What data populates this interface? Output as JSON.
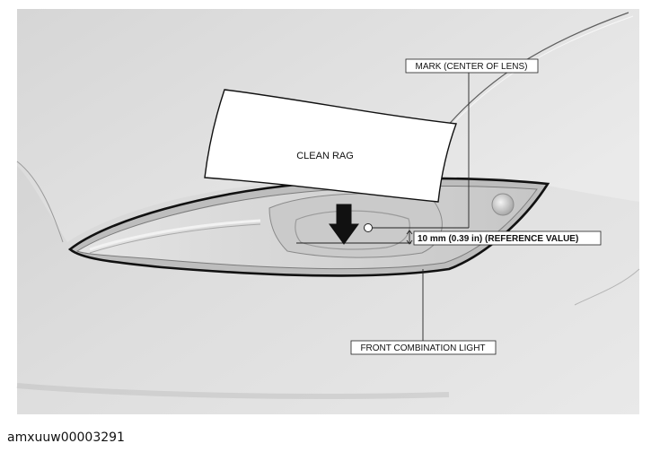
{
  "labels": {
    "mark": "MARK (CENTER OF LENS)",
    "rag": "CLEAN RAG",
    "distance": "10 mm (0.39 in) (REFERENCE VALUE)",
    "light": "FRONT COMBINATION LIGHT"
  },
  "figure_id": "amxuuw00003291"
}
